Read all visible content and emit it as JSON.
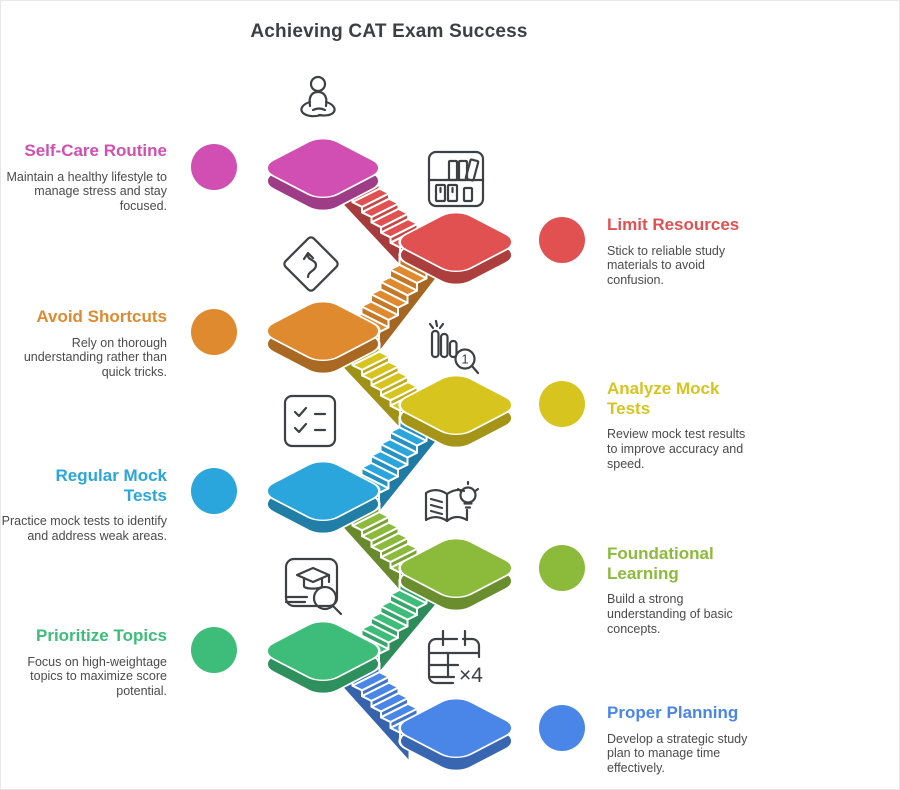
{
  "title": "Achieving CAT Exam Success",
  "title_color": "#3d4043",
  "steps": [
    {
      "label": "Self-Care Routine",
      "description": "Maintain a healthy lifestyle to manage stress and stay focused.",
      "color": "#d14fb2",
      "side": "left",
      "icon": "meditation-icon"
    },
    {
      "label": "Limit Resources",
      "description": "Stick to reliable study materials to avoid confusion.",
      "color": "#e25151",
      "side": "right",
      "icon": "bookshelf-icon"
    },
    {
      "label": "Avoid Shortcuts",
      "description": "Rely on thorough understanding rather than quick tricks.",
      "color": "#df8a2e",
      "side": "left",
      "icon": "winding-road-sign-icon"
    },
    {
      "label": "Analyze Mock Tests",
      "description": "Review mock test results to improve accuracy and speed.",
      "color": "#d8c41f",
      "side": "right",
      "icon": "bar-chart-search-icon"
    },
    {
      "label": "Regular Mock Tests",
      "description": "Practice mock tests to identify and address weak areas.",
      "color": "#2aa6dc",
      "side": "left",
      "icon": "checklist-icon"
    },
    {
      "label": "Foundational Learning",
      "description": "Build a strong understanding of basic concepts.",
      "color": "#8cbb3b",
      "side": "right",
      "icon": "book-idea-icon"
    },
    {
      "label": "Prioritize Topics",
      "description": "Focus on high-weightage topics to maximize score potential.",
      "color": "#3dbd79",
      "side": "left",
      "icon": "graduation-search-icon"
    },
    {
      "label": "Proper Planning",
      "description": "Develop a strategic study plan to manage time effectively.",
      "color": "#4a86e8",
      "side": "right",
      "icon": "calendar-x4-icon"
    }
  ],
  "icon_labels": {
    "magnifier_one": "1",
    "calendar_times": "×4"
  }
}
